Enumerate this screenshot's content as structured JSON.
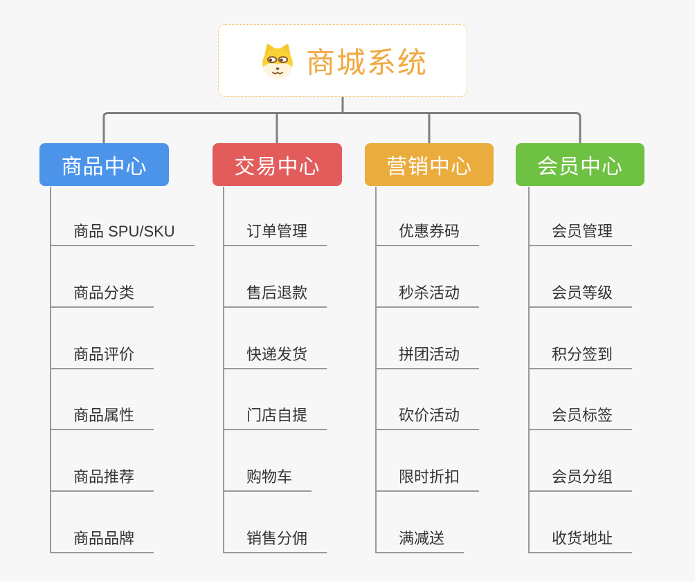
{
  "root": {
    "title": "商城系统",
    "icon": "dog-face-icon"
  },
  "branches": [
    {
      "label": "商品中心",
      "color": "#4b94ea",
      "items": [
        "商品 SPU/SKU",
        "商品分类",
        "商品评价",
        "商品属性",
        "商品推荐",
        "商品品牌"
      ]
    },
    {
      "label": "交易中心",
      "color": "#e25c5c",
      "items": [
        "订单管理",
        "售后退款",
        "快递发货",
        "门店自提",
        "购物车",
        "销售分佣"
      ]
    },
    {
      "label": "营销中心",
      "color": "#ebac3e",
      "items": [
        "优惠券码",
        "秒杀活动",
        "拼团活动",
        "砍价活动",
        "限时折扣",
        "满减送"
      ]
    },
    {
      "label": "会员中心",
      "color": "#6fc143",
      "items": [
        "会员管理",
        "会员等级",
        "积分签到",
        "会员标签",
        "会员分组",
        "收货地址"
      ]
    }
  ],
  "colors": {
    "background": "#f7f7f7",
    "root_border": "#f2b75f",
    "root_title": "#f0a840",
    "connector": "#7f7f7f",
    "leaf_line": "#999999",
    "leaf_text": "#333333",
    "branch_text": "#ffffff"
  }
}
